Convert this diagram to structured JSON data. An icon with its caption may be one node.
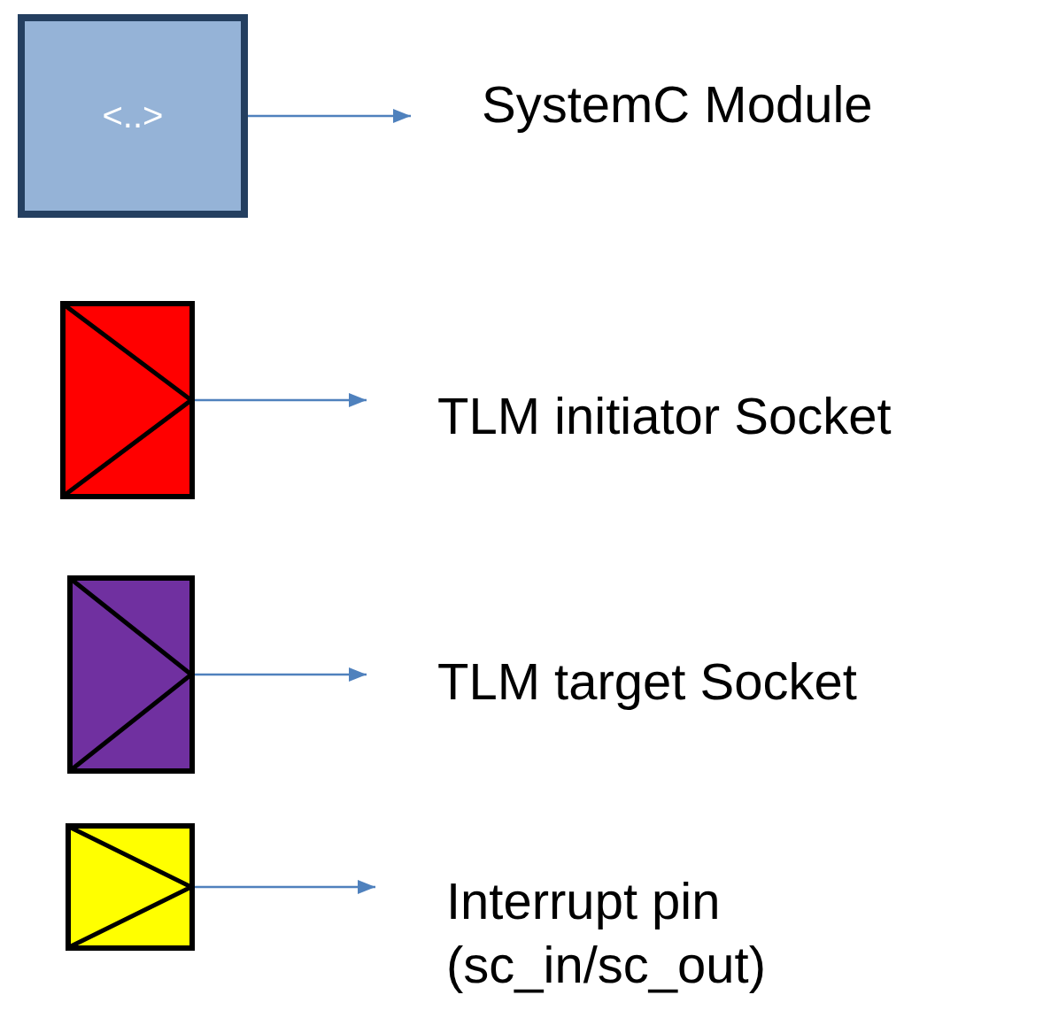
{
  "diagram": {
    "nodes": [
      {
        "text": [
          "<..>"
        ]
      },
      {
        "text": [
          "SystemC Module"
        ]
      },
      {
        "text": [],
        "shape": "box"
      },
      {
        "text": [
          "TLM initiator Socket"
        ]
      },
      {
        "text": [],
        "shape": "box"
      },
      {
        "text": [
          "TLM target Socket"
        ]
      },
      {
        "text": [],
        "shape": "box"
      },
      {
        "text": [
          "Interrupt pin (sc_in/sc_out)"
        ]
      }
    ],
    "edges": [
      {
        "from": 0,
        "to": 1,
        "arrow": "to"
      },
      {
        "from": 2,
        "to": 3,
        "arrow": "to"
      },
      {
        "from": 4,
        "to": 5,
        "arrow": "to"
      },
      {
        "from": 6,
        "to": 7,
        "arrow": "to"
      }
    ]
  }
}
